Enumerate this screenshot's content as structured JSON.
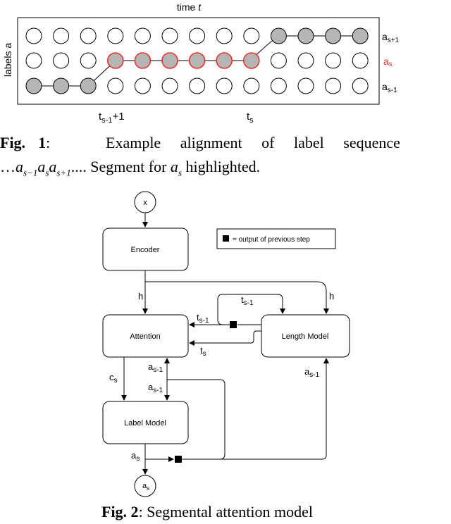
{
  "fig1": {
    "axis_top": "time",
    "axis_top_var": "t",
    "axis_left": "labels a",
    "row_labels": {
      "top": "a",
      "top_sub": "s+1",
      "mid": "a",
      "mid_sub": "s",
      "bot": "a",
      "bot_sub": "s-1"
    },
    "bottom_labels": {
      "left": "t",
      "left_sub": "s-1",
      "left_suffix": "+1",
      "right": "t",
      "right_sub": "s"
    },
    "columns": 13,
    "alignment": {
      "bottom_row_cols": [
        0,
        1,
        2
      ],
      "middle_row_cols": [
        3,
        4,
        5,
        6,
        7,
        8
      ],
      "top_row_cols": [
        9,
        10,
        11,
        12
      ]
    },
    "colors": {
      "highlight": "#e8302a",
      "filled": "#b5b5b5",
      "outline": "#000000"
    }
  },
  "caption1": {
    "prefix": "Fig.",
    "number": "1",
    "colon": ":",
    "line1_text": "Example alignment of label sequence",
    "line2_prefix": "…",
    "line2_math": "a",
    "line2_suffix": "highlighted.",
    "segment_for": "Segment for"
  },
  "fig2": {
    "input_node": "x",
    "output_node": "a",
    "output_node_sub": "s",
    "encoder": "Encoder",
    "attention": "Attention",
    "length_model": "Length Model",
    "label_model": "Label Model",
    "legend": "= output of previous step",
    "edge_h_left": "h",
    "edge_h_right": "h",
    "edge_t_prev": "t",
    "edge_t_prev_sub": "s-1",
    "edge_t_prev_loop": "t",
    "edge_t_prev_loop_sub": "s-1",
    "edge_t_s": "t",
    "edge_t_s_sub": "s",
    "edge_c": "c",
    "edge_c_sub": "s",
    "edge_a_prev_1": "a",
    "edge_a_prev_1_sub": "s-1",
    "edge_a_prev_2": "a",
    "edge_a_prev_2_sub": "s-1",
    "edge_a_prev_3": "a",
    "edge_a_prev_3_sub": "s-1",
    "edge_a_s": "a",
    "edge_a_s_sub": "s"
  },
  "caption2": {
    "prefix": "Fig. 2",
    "text": ": Segmental attention model"
  }
}
